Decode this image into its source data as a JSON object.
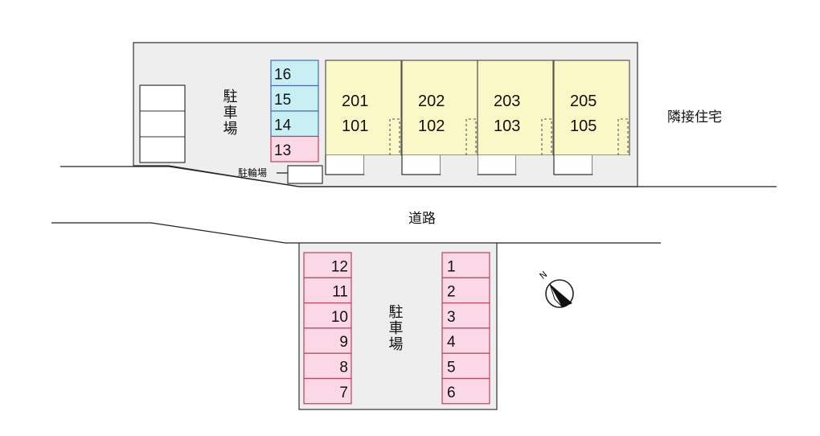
{
  "labels": {
    "parking_north": "駐車場",
    "parking_south": "駐車場",
    "bicycle_parking": "駐輪場",
    "road": "道路",
    "neighbor": "隣接住宅",
    "north_mark": "N"
  },
  "units": [
    {
      "upper": "201",
      "lower": "101"
    },
    {
      "upper": "202",
      "lower": "102"
    },
    {
      "upper": "203",
      "lower": "103"
    },
    {
      "upper": "205",
      "lower": "105"
    }
  ],
  "north_spaces": [
    {
      "num": "16",
      "status": "occupied"
    },
    {
      "num": "15",
      "status": "occupied"
    },
    {
      "num": "14",
      "status": "occupied"
    },
    {
      "num": "13",
      "status": "available"
    }
  ],
  "south_left_spaces": [
    "12",
    "11",
    "10",
    "9",
    "8",
    "7"
  ],
  "south_right_spaces": [
    "1",
    "2",
    "3",
    "4",
    "5",
    "6"
  ],
  "colors": {
    "site": "#eeeeee",
    "unit_fill": "#fbf8c8",
    "space_available_fill": "#fbd8e6",
    "space_available_stroke": "#c0405e",
    "space_occupied_fill": "#c8f0f4",
    "space_occupied_stroke": "#4a6bb0",
    "door_line": "#555555"
  }
}
